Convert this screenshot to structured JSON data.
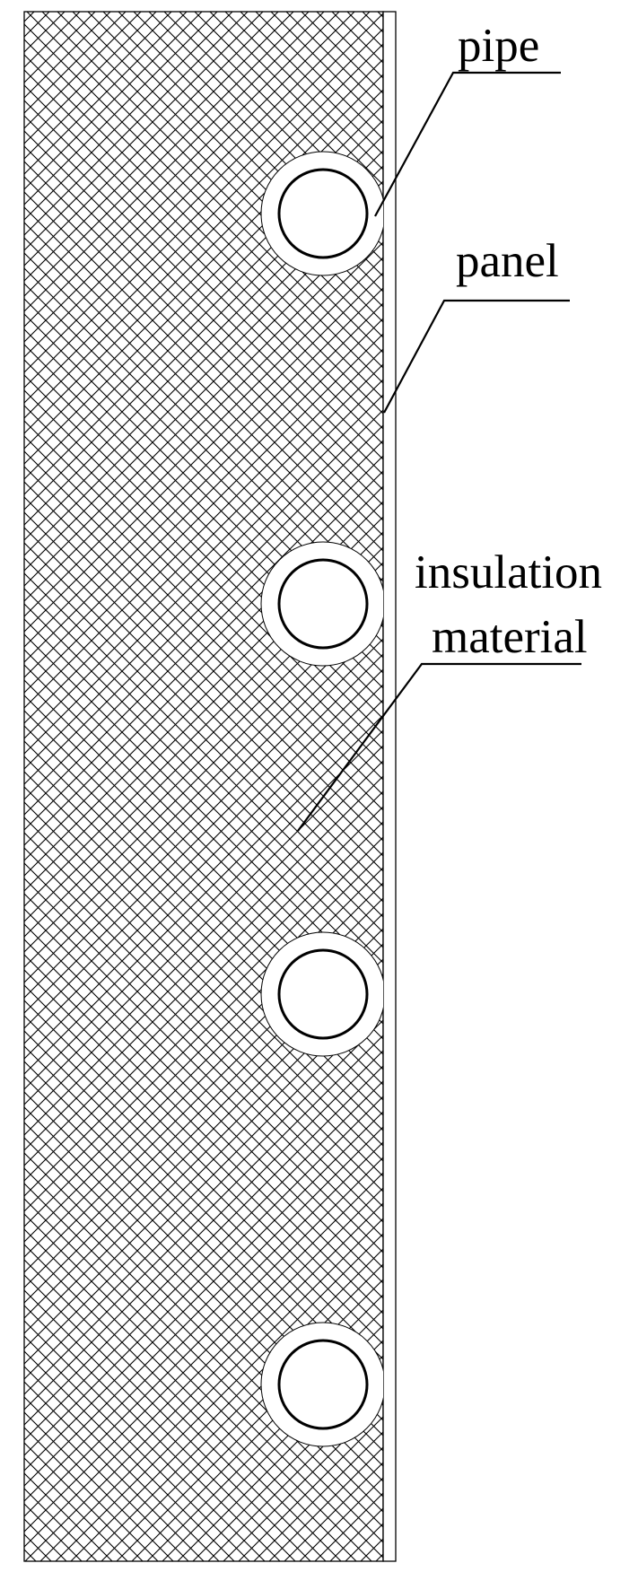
{
  "labels": {
    "pipe": "pipe",
    "panel": "panel",
    "insulation_line1": "insulation",
    "insulation_line2": "material"
  },
  "components": {
    "pipe_count": 4
  },
  "colors": {
    "stroke": "#000000",
    "background": "#ffffff"
  }
}
